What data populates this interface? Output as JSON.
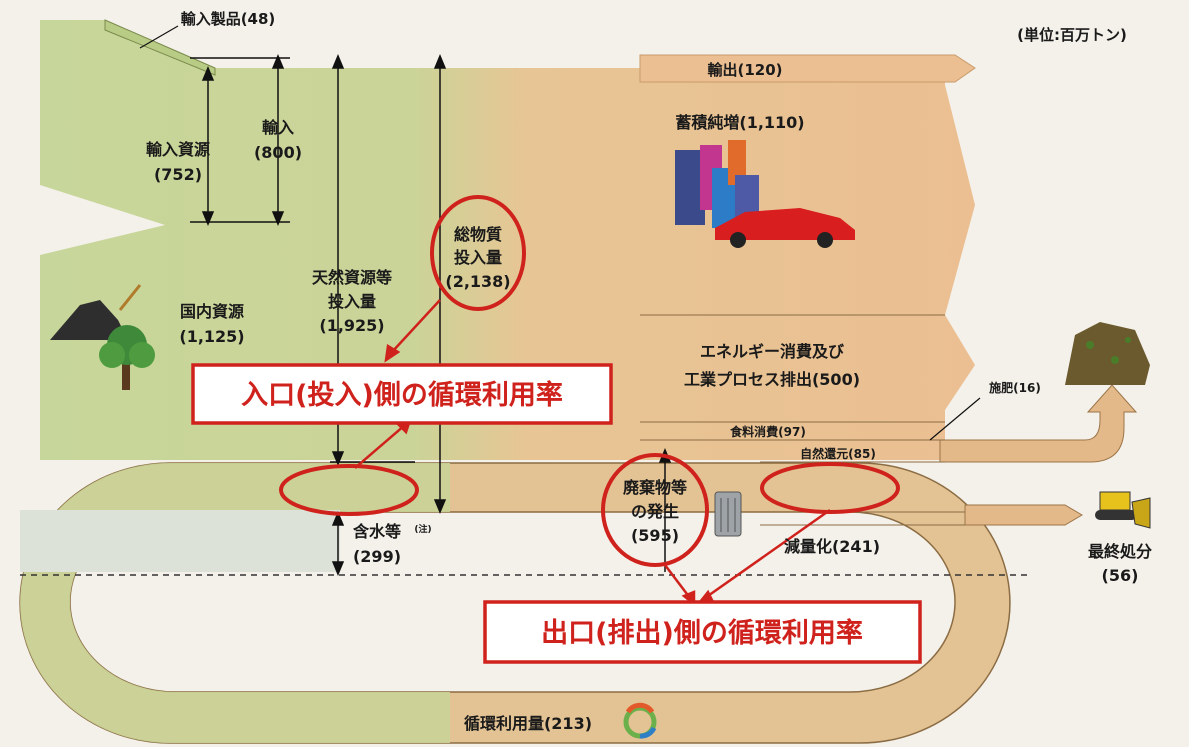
{
  "unit": "(単位:百万トン)",
  "import_products": "輸入製品(48)",
  "import_resources": {
    "line1": "輸入資源",
    "line2": "(752)"
  },
  "imports": {
    "line1": "輸入",
    "line2": "(800)"
  },
  "domestic_resources": {
    "line1": "国内資源",
    "line2": "(1,125)"
  },
  "natural_resources": {
    "line1": "天然資源等",
    "line2": "投入量",
    "line3": "(1,925)"
  },
  "total_input": {
    "line1": "総物質",
    "line2": "投入量",
    "line3": "(2,138)"
  },
  "water_content": {
    "line1": "含水等",
    "note": "(注)",
    "line2": "(299)"
  },
  "exports": "輸出(120)",
  "net_accumulation": "蓄積純増(1,110)",
  "energy": {
    "line1": "エネルギー消費及び",
    "line2": "工業プロセス排出(500)"
  },
  "food": "食料消費(97)",
  "fertilizer": "施肥(16)",
  "natural_return": "自然還元(85)",
  "waste": {
    "line1": "廃棄物等",
    "line2": "の発生",
    "line3": "(595)"
  },
  "reduction": "減量化(241)",
  "final_disposal": {
    "line1": "最終処分",
    "line2": "(56)"
  },
  "cyclical_use": "循環利用量(213)",
  "entrance_box": "入口(投入)側の循環利用率",
  "exit_box": "出口(排出)側の循環利用率",
  "colors": {
    "input_green": "#c7d69a",
    "output_orange": "#e9bf92",
    "accent_red": "#d0221c"
  },
  "icons": [
    "coal-pile-icon",
    "tree-icon",
    "buildings-icon",
    "car-icon",
    "compost-icon",
    "trash-can-icon",
    "bulldozer-icon",
    "recycle-icon"
  ]
}
